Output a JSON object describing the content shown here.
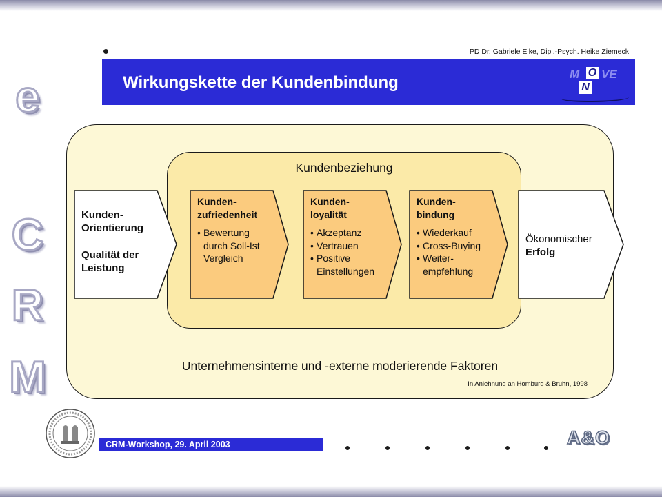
{
  "slide": {
    "authors": "PD Dr. Gabriele Elke, Dipl.-Psych. Heike Ziemeck",
    "title": "Wirkungskette der Kundenbindung",
    "side_letters": [
      "e",
      "C",
      "R",
      "M"
    ],
    "logo": {
      "m": "M",
      "o": "O",
      "ve": "VE",
      "n": "N"
    },
    "workshop": "CRM-Workshop, 29. April 2003",
    "ao_logo": "A&O"
  },
  "diagram": {
    "inner_title": "Kundenbeziehung",
    "left": {
      "line1": "Kunden-",
      "line2": "Orientierung",
      "line3": "Qualität der",
      "line4": "Leistung"
    },
    "steps": [
      {
        "head1": "Kunden-",
        "head2": "zufriedenheit",
        "items": [
          "Bewertung durch Soll-Ist Vergleich"
        ]
      },
      {
        "head1": "Kunden-",
        "head2": "loyalität",
        "items": [
          "Akzeptanz",
          "Vertrauen",
          "Positive Einstellungen"
        ]
      },
      {
        "head1": "Kunden-",
        "head2": "bindung",
        "items": [
          "Wiederkauf",
          "Cross-Buying",
          "Weiter-empfehlung"
        ]
      }
    ],
    "right": {
      "line1": "Ökonomischer",
      "line2": "Erfolg"
    },
    "footer": "Unternehmensinterne und -externe moderierende Faktoren",
    "source": "In Anlehnung an Homburg & Bruhn, 1998"
  },
  "colors": {
    "title_bar": "#2b2bd6",
    "outer_fill": "#fdf8d6",
    "inner_fill": "#fbeaa8",
    "step_fill": "#fbcb7e"
  }
}
